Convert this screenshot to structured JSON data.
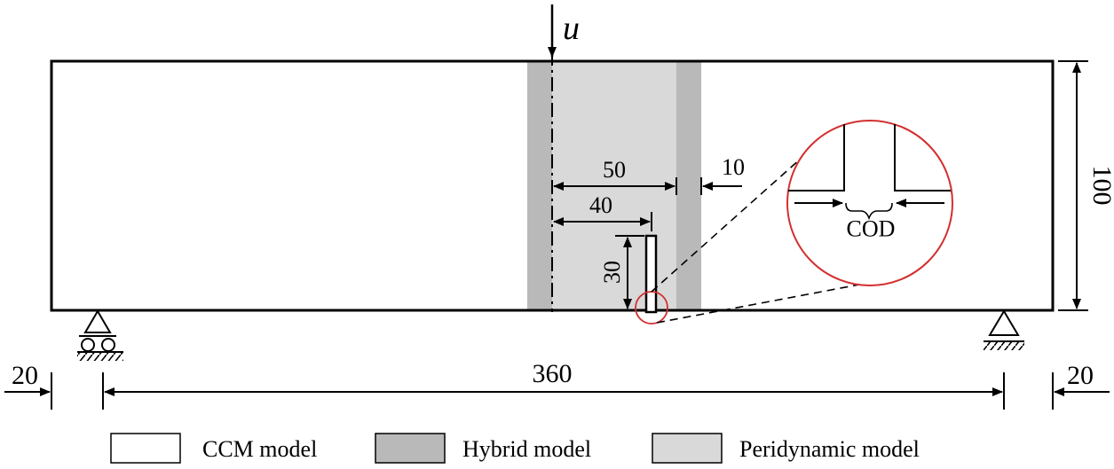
{
  "load": {
    "label": "u"
  },
  "dimensions": {
    "height": "100",
    "span": "360",
    "left_overhang": "20",
    "right_overhang": "20",
    "notch_depth": "30",
    "notch_offset": "40",
    "pd_half_width": "50",
    "hybrid_width": "10"
  },
  "detail": {
    "label": "COD"
  },
  "legend": {
    "items": [
      {
        "label": "CCM model",
        "color": "#ffffff"
      },
      {
        "label": "Hybrid model",
        "color": "#b9b9b9"
      },
      {
        "label": "Peridynamic model",
        "color": "#d9d9d9"
      }
    ]
  },
  "colors": {
    "hybrid": "#b9b9b9",
    "peridynamic": "#d9d9d9",
    "zoom_circle": "#d32f2f"
  }
}
